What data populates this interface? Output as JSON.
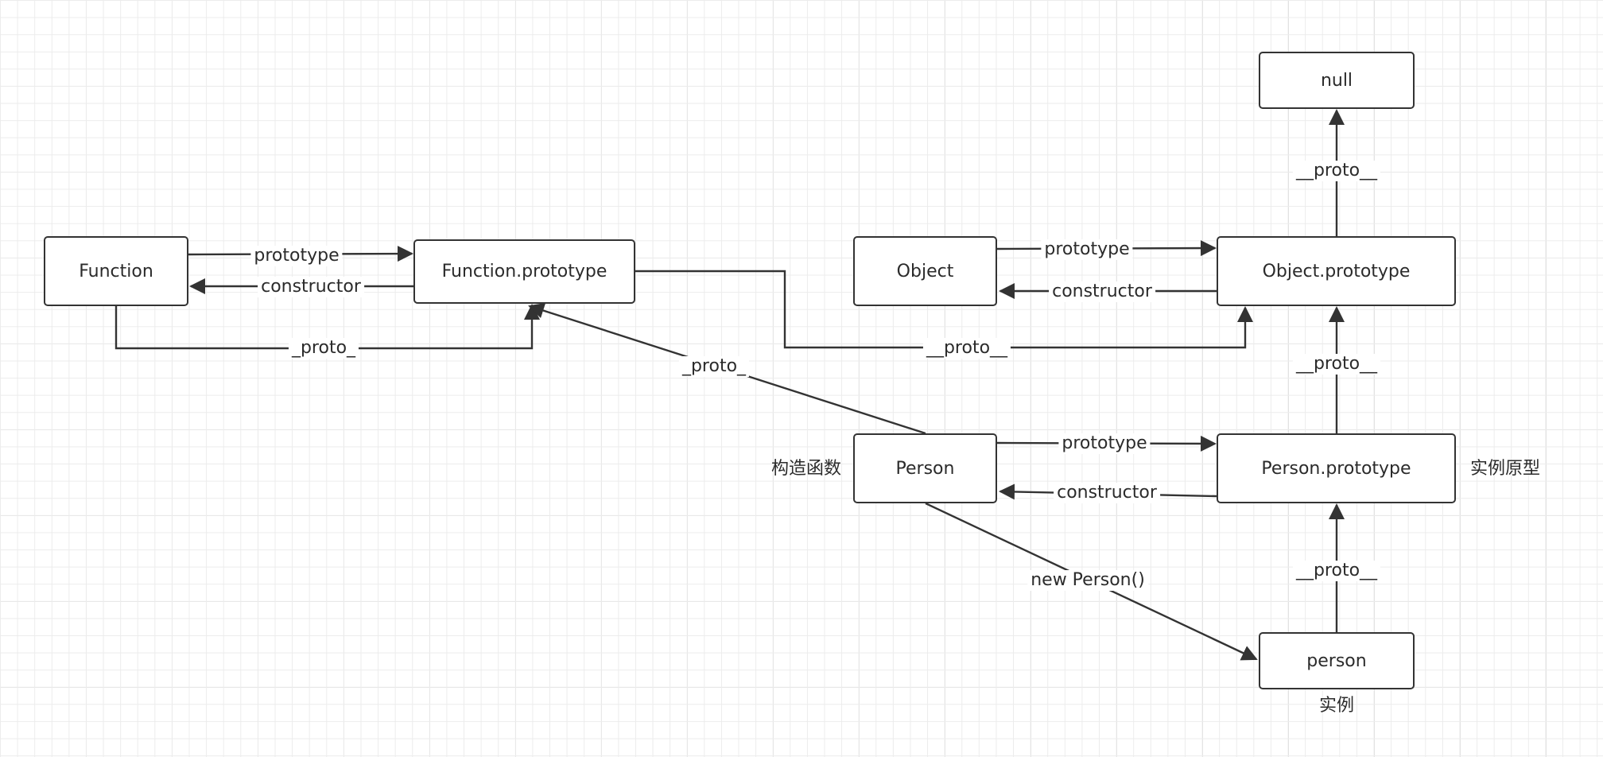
{
  "nodes": {
    "function_ctor": "Function",
    "function_proto": "Function.prototype",
    "object_ctor": "Object",
    "object_proto": "Object.prototype",
    "null": "null",
    "person_ctor": "Person",
    "person_proto": "Person.prototype",
    "person_instance": "person"
  },
  "edges": {
    "function_prototype": "prototype",
    "function_constructor": "constructor",
    "function_proto_link": "_proto_",
    "person_proto_link_to_function_proto": "_proto_",
    "function_proto_to_object_proto": "__proto__",
    "object_prototype": "prototype",
    "object_constructor": "constructor",
    "object_proto_to_null": "__proto__",
    "person_proto_to_object_proto": "__proto__",
    "person_prototype": "prototype",
    "person_constructor": "constructor",
    "new_person": "new Person()",
    "instance_to_person_proto": "__proto__"
  },
  "annotations": {
    "constructor_note": "构造函数",
    "prototype_note": "实例原型",
    "instance_note": "实例"
  },
  "colors": {
    "stroke": "#333333",
    "text": "#2b2b2b",
    "grid": "#ececec",
    "background": "#ffffff"
  }
}
